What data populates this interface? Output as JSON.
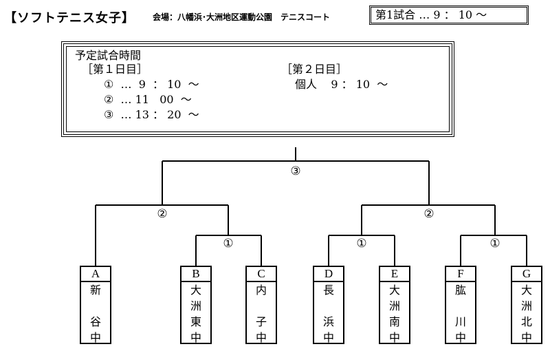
{
  "header": {
    "title": "【ソフトテニス女子】",
    "venue": "会場：八幡浜･大洲地区運動公園　テニスコート",
    "first_match": "第1試合 … 9 ： 10 〜"
  },
  "schedule": {
    "heading": "予定試合時間",
    "day1": {
      "title": "［第１日目］",
      "rows": [
        "①  …  9  ： 10  〜",
        "②  … 11   00  〜",
        "③  … 13 ： 20  〜"
      ]
    },
    "day2": {
      "title": "［第２日目］",
      "rows": [
        "個人    9 ： 10  〜"
      ]
    }
  },
  "bracket": {
    "final_label": "③",
    "semifinal_labels": [
      "②",
      "②"
    ],
    "first_round_labels": [
      "①",
      "①",
      "①"
    ]
  },
  "teams": [
    {
      "letter": "A",
      "name": [
        "新",
        "",
        "谷",
        "中"
      ]
    },
    {
      "letter": "B",
      "name": [
        "大",
        "洲",
        "東",
        "中"
      ]
    },
    {
      "letter": "C",
      "name": [
        "内",
        "",
        "子",
        "中"
      ]
    },
    {
      "letter": "D",
      "name": [
        "長",
        "",
        "浜",
        "中"
      ]
    },
    {
      "letter": "E",
      "name": [
        "大",
        "洲",
        "南",
        "中"
      ]
    },
    {
      "letter": "F",
      "name": [
        "肱",
        "",
        "川",
        "中"
      ]
    },
    {
      "letter": "G",
      "name": [
        "大",
        "洲",
        "北",
        "中"
      ]
    }
  ]
}
